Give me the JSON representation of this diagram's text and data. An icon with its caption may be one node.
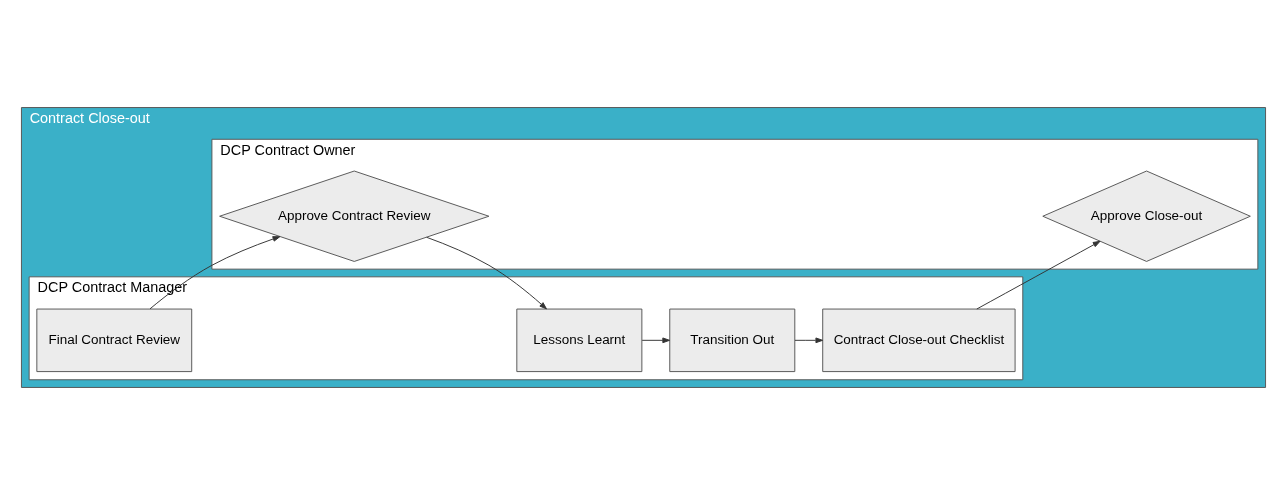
{
  "diagram": {
    "nodes": [
      {
        "text": [
          "Contract Close-out"
        ]
      },
      {
        "text": [
          "DCP Contract Manager"
        ],
        "in": 0
      },
      {
        "text": [
          "Final Contract Review"
        ],
        "in": 1
      },
      {
        "text": [
          "Lessons Learnt"
        ],
        "in": 1
      },
      {
        "text": [
          "Transition Out"
        ],
        "in": 1
      },
      {
        "text": [
          "Contract Close-out Checklist"
        ],
        "in": 1
      },
      {
        "text": [
          "DCP Contract Owner"
        ],
        "in": 0
      },
      {
        "text": [
          "Approve Contract Review"
        ],
        "in": 6
      },
      {
        "text": [
          "Approve Close-out"
        ],
        "in": 6
      }
    ],
    "edges": [
      {
        "from": 2,
        "to": 7,
        "arrow": "to"
      },
      {
        "from": 7,
        "to": 3,
        "arrow": "to"
      },
      {
        "from": 3,
        "to": 4,
        "arrow": "to"
      },
      {
        "from": 4,
        "to": 5,
        "arrow": "to"
      },
      {
        "from": 5,
        "to": 8,
        "arrow": "to"
      }
    ]
  }
}
